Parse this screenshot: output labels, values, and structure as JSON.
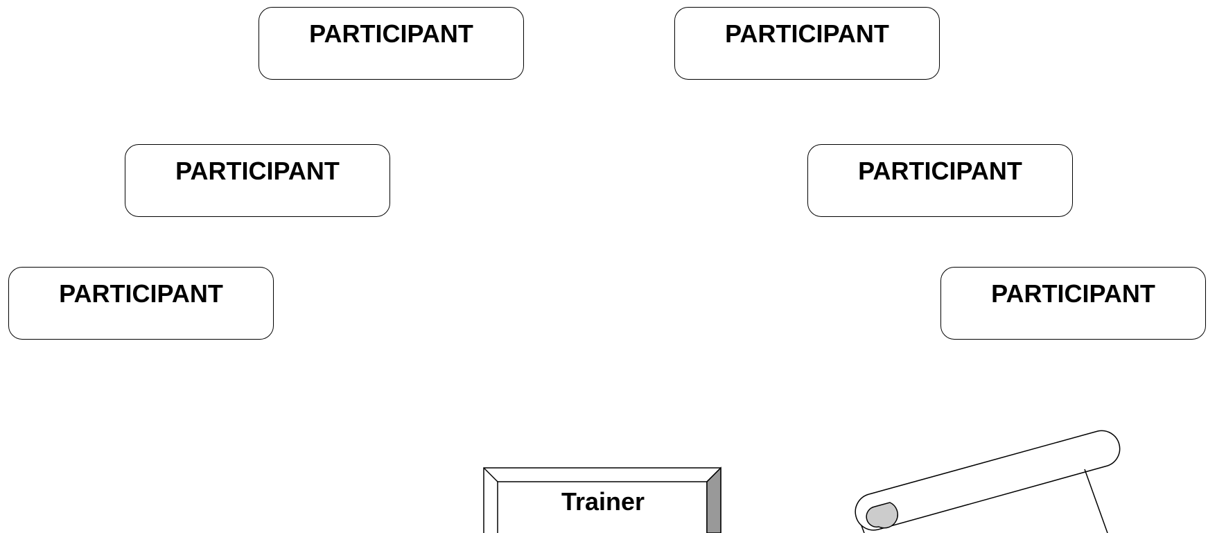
{
  "participants": [
    {
      "label": "PARTICIPANT"
    },
    {
      "label": "PARTICIPANT"
    },
    {
      "label": "PARTICIPANT"
    },
    {
      "label": "PARTICIPANT"
    },
    {
      "label": "PARTICIPANT"
    },
    {
      "label": "PARTICIPANT"
    }
  ],
  "trainer": {
    "label": "Trainer"
  },
  "colors": {
    "line": "#000000",
    "bevel_shade": "#999999",
    "scroll_shade": "#cccccc",
    "background": "#ffffff"
  },
  "icons": [
    "flipchart-scroll-icon"
  ]
}
